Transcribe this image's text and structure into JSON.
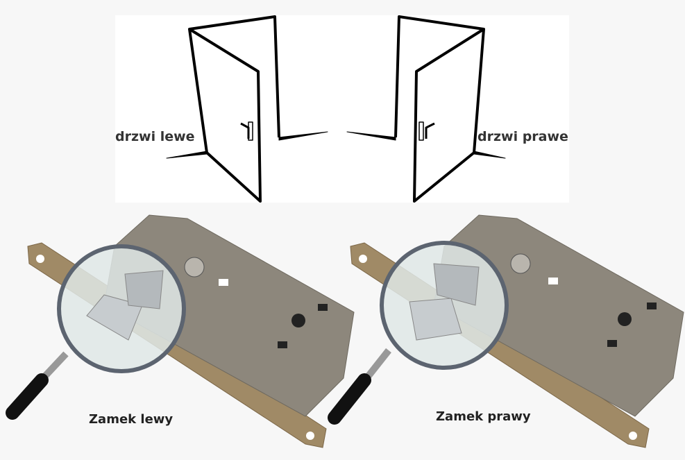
{
  "doors": {
    "left_label": "drzwi lewe",
    "right_label": "drzwi prawe"
  },
  "locks": {
    "left_label": "Zamek lewy",
    "right_label": "Zamek prawy"
  },
  "colors": {
    "background": "#f7f7f7",
    "panel": "#ffffff",
    "lock_body": "#8d877c",
    "faceplate": "#a08a66",
    "line": "#000000"
  }
}
